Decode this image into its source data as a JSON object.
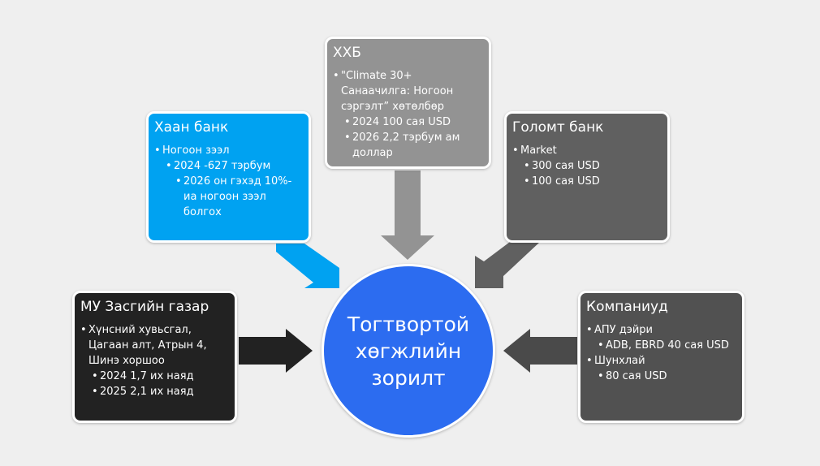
{
  "center": {
    "label": "Тогтвортой\nхөгжлийн\nзорилт",
    "color": "#2c6cf0"
  },
  "boxes": {
    "khan": {
      "title": "Хаан банк",
      "color": "#00a2f1",
      "items": [
        "Ногоон зээл",
        "2024 -627 тэрбум",
        "2026 он гэхэд 10%-иа ногоон зээл болгох"
      ]
    },
    "xxb": {
      "title": "ХХБ",
      "color": "#939393",
      "items": [
        "\"Climate 30+ Санаачилга: Ногоон сэргэлт” хөтөлбөр",
        "2024 100 сая USD",
        "2026 2,2 тэрбум ам доллар"
      ]
    },
    "golomt": {
      "title": "Голомт банк",
      "color": "#606060",
      "items": [
        "Market",
        "300 сая USD",
        "100 сая USD"
      ]
    },
    "mu": {
      "title": "МУ Засгийн газар",
      "color": "#222222",
      "items": [
        "Хүнсний хувьсгал, Цагаан алт, Атрын 4, Шинэ хоршоо",
        "2024 1,7 их наяд",
        "2025 2,1 их наяд"
      ]
    },
    "comp": {
      "title": "Компаниуд",
      "color": "#515151",
      "items": [
        "АПУ дэйри",
        "ADB, EBRD 40 сая USD",
        "Шунхлай",
        "80 сая USD"
      ]
    }
  },
  "arrows": {
    "khan": "#00a2f1",
    "xxb": "#939393",
    "golomt": "#606060",
    "mu": "#222222",
    "comp": "#4a4a4a"
  }
}
